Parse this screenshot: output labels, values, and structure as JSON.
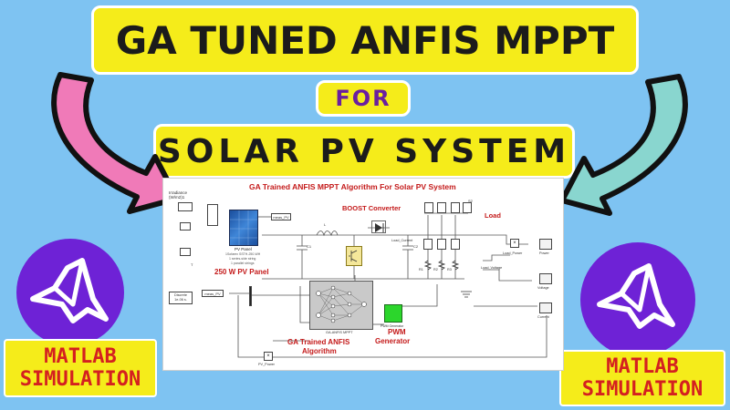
{
  "title": {
    "line1": "GA TUNED ANFIS MPPT",
    "line2": "FOR",
    "line3": "SOLAR PV SYSTEM"
  },
  "badges": {
    "left_line1": "MATLAB",
    "left_line2": "SIMULATION",
    "right_line1": "MATLAB",
    "right_line2": "SIMULATION"
  },
  "model": {
    "title": "GA Trained ANFIS MPPT Algorithm For Solar PV System",
    "boost_label": "BOOST Converter",
    "load_label": "Load",
    "pv_panel_label": "250 W PV Panel",
    "anfis_label_1": "GA Trained ANFIS",
    "anfis_label_2": "Algorithm",
    "pwm_label_1": "PWM",
    "pwm_label_2": "Generator",
    "blocks": {
      "irradiance": "Irradiance (W/m2)1",
      "pv_block": "PV Panel",
      "pv_sub1": "1Sofarex SSTH-250-WH",
      "pv_sub2": "1 series-side string",
      "pv_sub3": "1 parallel strings",
      "meas_pv": "meas_PV",
      "discrete": "Discrete",
      "discrete_ts": "1e-06 s.",
      "meas_pv2": "meas_PV",
      "anfis_block": "GA-ANFIS MPPT",
      "pwm_block": "PWM Generator",
      "pv_power": "PV_Power",
      "load_current": "Load_Current",
      "load_voltage": "Load_Voltage",
      "load_power": "Load_Power",
      "scope_power": "Power",
      "scope_voltage": "Voltage",
      "scope_current": "Current",
      "c1": "C1",
      "c2": "C2",
      "l": "L",
      "r1": "R1",
      "r2": "R2",
      "r3": "R3",
      "s2": "S2",
      "t": "T",
      "g": "G"
    }
  },
  "colors": {
    "background": "#7ec3f2",
    "banner": "#f5ec1a",
    "for_text": "#6a1fa0",
    "badge_text": "#d42020",
    "logo_purple": "#6e22d6",
    "arrow_left": "#f07ab8",
    "arrow_right": "#89d6cf",
    "model_red": "#c41a1a"
  },
  "icons": {
    "logo": "matlab-logo-icon",
    "arrow_left": "curved-arrow-down-right-icon",
    "arrow_right": "curved-arrow-down-left-icon"
  }
}
